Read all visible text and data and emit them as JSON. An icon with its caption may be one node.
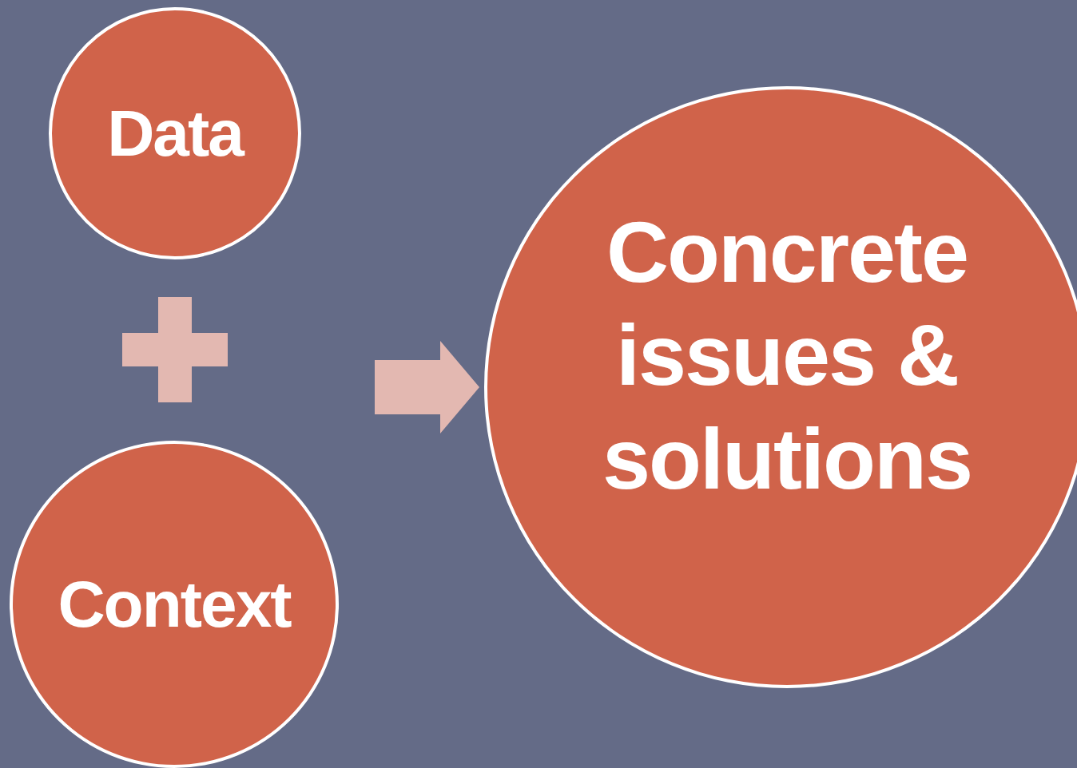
{
  "diagram": {
    "nodes": [
      {
        "text": [
          "Data"
        ]
      },
      {
        "text": [
          "Context"
        ]
      },
      {
        "text": [
          "Concrete issues & solutions"
        ]
      }
    ],
    "edges": [
      {
        "from": null,
        "to": 2,
        "arrow": "to"
      }
    ]
  }
}
